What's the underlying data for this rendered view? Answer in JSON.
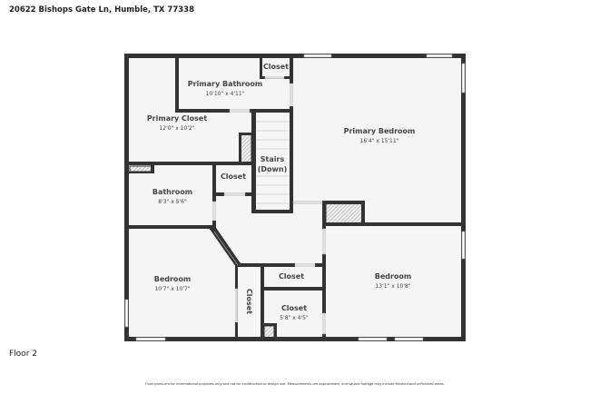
{
  "address": "20622 Bishops Gate Ln, Humble, TX 77338",
  "floor_label": "Floor 2",
  "disclaimer": "Floor plans are for informational purposes only and not for construction or design use. Measurements are approximate, and square footage may include finished and unfinished areas.",
  "rooms": {
    "primary_bathroom": {
      "name": "Primary Bathroom",
      "dims": "10'10\" x 4'11\""
    },
    "closet_top": {
      "name": "Closet"
    },
    "primary_closet": {
      "name": "Primary Closet",
      "dims": "12'0\" x 10'2\""
    },
    "primary_bedroom": {
      "name": "Primary Bedroom",
      "dims": "16'4\" x 15'11\""
    },
    "stairs": {
      "name": "Stairs",
      "sub": "(Down)"
    },
    "closet_hall": {
      "name": "Closet"
    },
    "bathroom": {
      "name": "Bathroom",
      "dims": "8'3\" x 5'6\""
    },
    "bedroom_left": {
      "name": "Bedroom",
      "dims": "10'7\" x 10'7\""
    },
    "closet_vertical": {
      "name": "Closet"
    },
    "closet_middle": {
      "name": "Closet"
    },
    "closet_small": {
      "name": "Closet",
      "dims": "5'8\" x 4'5\""
    },
    "bedroom_right": {
      "name": "Bedroom",
      "dims": "13'1\" x 10'8\""
    }
  }
}
